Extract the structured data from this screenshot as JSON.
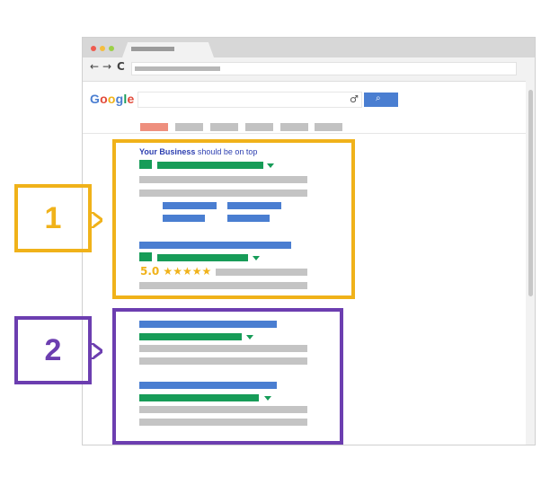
{
  "browser": {
    "traffic_lights": [
      "#ef5b4f",
      "#f4be3f",
      "#9bd048"
    ],
    "nav_icons": [
      "arrow-left-icon",
      "arrow-right-icon",
      "reload-icon"
    ],
    "nav_glyphs": [
      "←",
      "→",
      "C"
    ]
  },
  "search": {
    "logo_letters": [
      {
        "ch": "G",
        "color": "#4a7ed1"
      },
      {
        "ch": "o",
        "color": "#e24b3b"
      },
      {
        "ch": "o",
        "color": "#f0b21a"
      },
      {
        "ch": "g",
        "color": "#4a7ed1"
      },
      {
        "ch": "l",
        "color": "#179c58"
      },
      {
        "ch": "e",
        "color": "#e24b3b"
      }
    ],
    "mic_glyph": "♂",
    "button_glyph": "⌕",
    "active_tab_color": "#ee8f7e"
  },
  "result_top": {
    "headline_bold": "Your Business",
    "headline_rest": " should be on top",
    "rating": "5.0 ★★★★★"
  },
  "callouts": {
    "box1_label": "1",
    "box2_label": "2",
    "box1_color": "#f0b21a",
    "box2_color": "#6c3eb0"
  },
  "colors": {
    "link_blue": "#4a7ed1",
    "url_green": "#179c58",
    "text_grey": "#c4c4c4"
  }
}
